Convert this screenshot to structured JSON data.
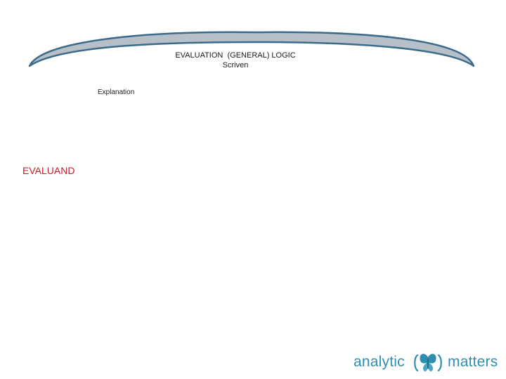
{
  "banner": {
    "title": "EVALUATION  (GENERAL) LOGIC",
    "subtitle": "Scriven",
    "arc_fill": "#b7c0c8",
    "arc_stroke": "#3b6a8a"
  },
  "labels": {
    "explanation": "Explanation",
    "evaluand": "EVALUAND",
    "evaluand_color": "#c0202a"
  },
  "logo": {
    "left_word": "analytic",
    "right_word": "matters",
    "icon": "butterfly-icon",
    "brand_color": "#2e8fb0"
  }
}
